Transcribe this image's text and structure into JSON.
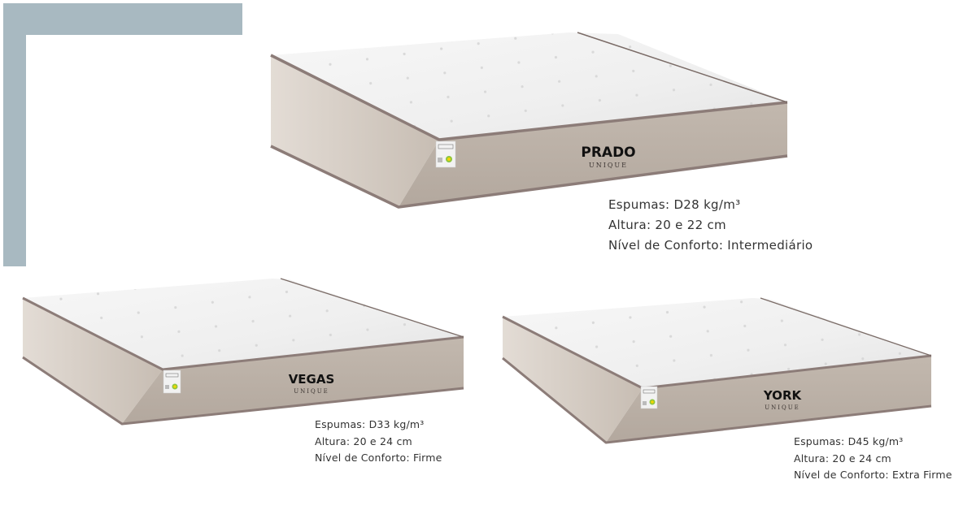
{
  "colors": {
    "frame": "#a8b9c1",
    "top_fabric": "#f3f3f3",
    "side_fabric": "#bdb2a8",
    "piping": "#8c7c78",
    "text": "#333333"
  },
  "products": [
    {
      "name": "PRADO",
      "sub_brand": "UNIQUE",
      "specs": {
        "foam": "Espumas: D28 kg/m³",
        "height": "Altura: 20 e 22 cm",
        "comfort": "Nível de Conforto: Intermediário"
      }
    },
    {
      "name": "VEGAS",
      "sub_brand": "UNIQUE",
      "specs": {
        "foam": "Espumas: D33 kg/m³",
        "height": "Altura: 20 e 24 cm",
        "comfort": "Nível de Conforto: Firme"
      }
    },
    {
      "name": "YORK",
      "sub_brand": "UNIQUE",
      "specs": {
        "foam": "Espumas: D45 kg/m³",
        "height": "Altura: 20 e 24 cm",
        "comfort": "Nível de Conforto: Extra Firme"
      }
    }
  ]
}
